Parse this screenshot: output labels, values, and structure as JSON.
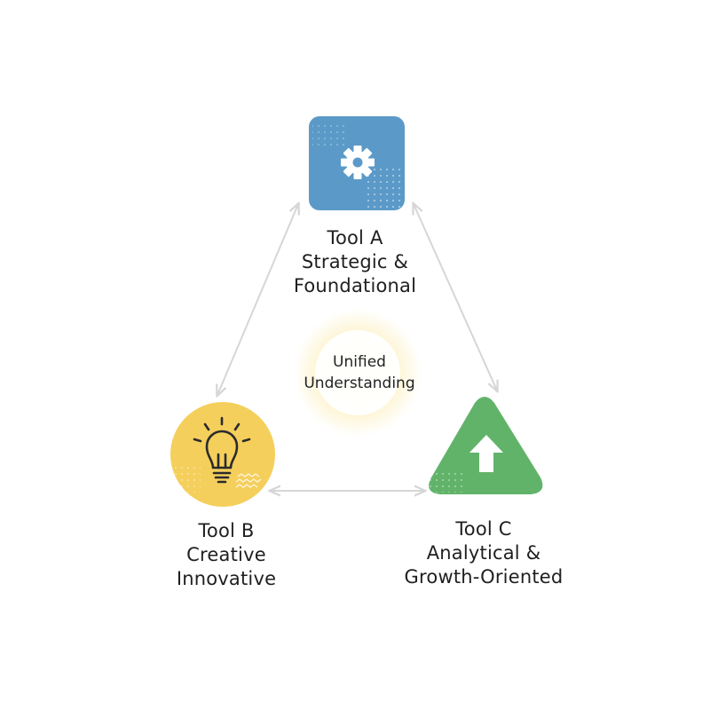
{
  "diagram": {
    "center": {
      "lines": [
        "Unified",
        "Understanding"
      ],
      "glow_color": "#f7d774"
    },
    "nodes": [
      {
        "id": "tool-a",
        "title": "Tool A",
        "desc": [
          "Strategic &",
          "Foundational"
        ],
        "shape": "rounded-square",
        "icon": "gear-icon",
        "color": "#5b9ac8"
      },
      {
        "id": "tool-b",
        "title": "Tool B",
        "desc": [
          "Creative",
          "Innovative"
        ],
        "shape": "circle",
        "icon": "lightbulb-icon",
        "color": "#f5cf5c"
      },
      {
        "id": "tool-c",
        "title": "Tool C",
        "desc": [
          "Analytical &",
          "Growth-Oriented"
        ],
        "shape": "triangle",
        "icon": "arrow-up-icon",
        "color": "#62b36a"
      }
    ],
    "connector_color": "#d6d6d6",
    "connectors": [
      {
        "from": "tool-a",
        "to": "tool-b",
        "bidirectional": true
      },
      {
        "from": "tool-a",
        "to": "tool-c",
        "bidirectional": true
      },
      {
        "from": "tool-b",
        "to": "tool-c",
        "bidirectional": true
      }
    ]
  }
}
